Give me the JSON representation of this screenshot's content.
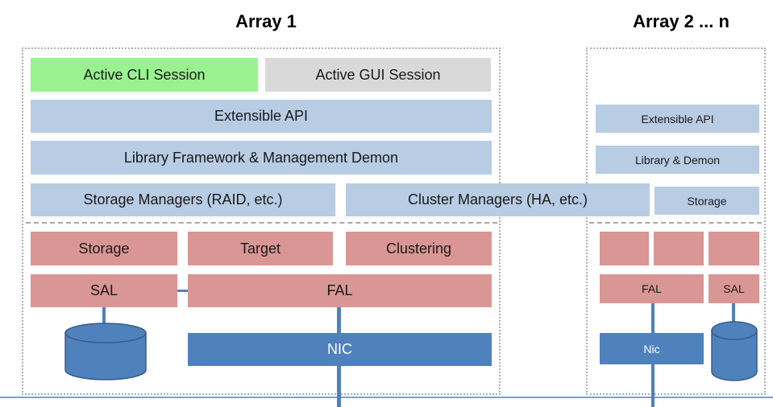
{
  "titles": {
    "array1": "Array 1",
    "array2": "Array 2 ... n"
  },
  "array1": {
    "cli_session": "Active CLI Session",
    "gui_session": "Active GUI Session",
    "extensible_api": "Extensible API",
    "library_framework": "Library Framework & Management Demon",
    "storage_managers": "Storage Managers (RAID, etc.)",
    "cluster_managers": "Cluster Managers (HA, etc.)",
    "storage": "Storage",
    "target": "Target",
    "clustering": "Clustering",
    "sal": "SAL",
    "fal": "FAL",
    "nic": "NIC"
  },
  "array2": {
    "extensible_api": "Extensible API",
    "library_demon": "Library & Demon",
    "storage": "Storage",
    "fal": "FAL",
    "sal": "SAL",
    "nic": "Nic"
  },
  "colors": {
    "session_active": "#99f28f",
    "session_inactive": "#d9d9d9",
    "management_layer": "#b8cce4",
    "kernel_layer": "#d99694",
    "hardware": "#4f81bd"
  }
}
